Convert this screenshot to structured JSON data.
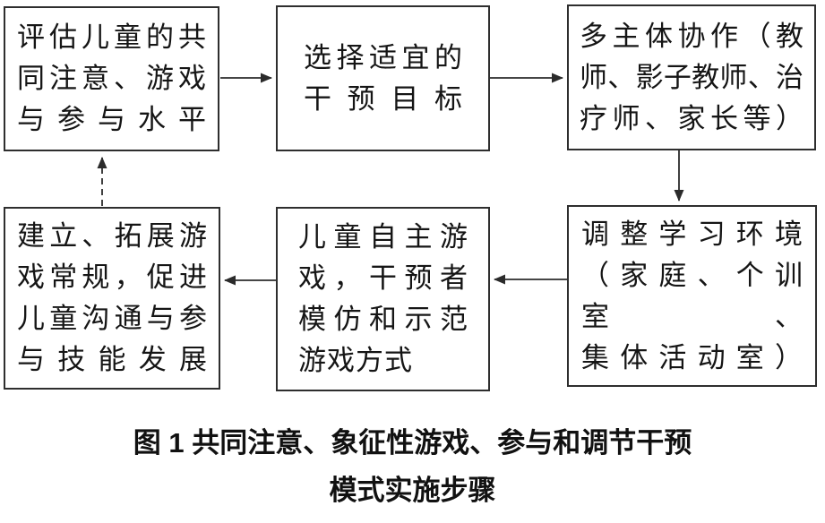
{
  "figure": {
    "boxes": [
      {
        "id": "assess",
        "lines": [
          "评估儿童的共",
          "同注意、游戏",
          "与参与水平"
        ]
      },
      {
        "id": "goal",
        "lines": [
          "选择适宜的",
          "干预目标"
        ]
      },
      {
        "id": "collab",
        "lines": [
          "多主体协作（教",
          "师、影子教师、治",
          "疗师、家长等）"
        ]
      },
      {
        "id": "env",
        "lines": [
          "调整学习环境",
          "（家庭、个训室、",
          "集体活动室）"
        ]
      },
      {
        "id": "play",
        "lines": [
          "儿童自主游",
          "戏，干预者",
          "模仿和示范",
          "游戏方式"
        ]
      },
      {
        "id": "routine",
        "lines": [
          "建立、拓展游",
          "戏常规，促进",
          "儿童沟通与参",
          "与技能发展"
        ]
      }
    ],
    "caption": {
      "line1": "图 1  共同注意、象征性游戏、参与和调节干预",
      "line2": "模式实施步骤"
    },
    "colors": {
      "line": "#2b2b2b",
      "border": "#2e2e2e",
      "text": "#151515",
      "background": "#ffffff"
    }
  }
}
